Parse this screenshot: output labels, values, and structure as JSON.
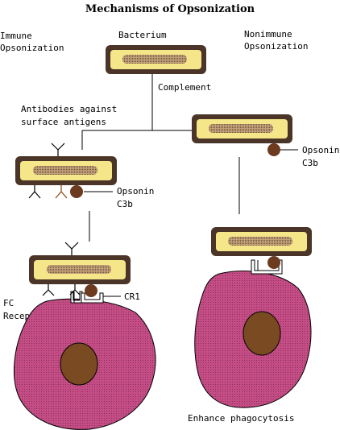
{
  "title": "Mechanisms of Opsonization",
  "labels": {
    "immune_line1": "Immune",
    "immune_line2": "Opsonization",
    "bacterium": "Bacterium",
    "nonimmune_line1": "Nonimmune",
    "nonimmune_line2": "Opsonization",
    "complement": "Complement",
    "antibodies_line1": "Antibodies against",
    "antibodies_line2": "surface antigens",
    "opsonin_left_line1": "Opsonin",
    "opsonin_left_line2": "C3b",
    "opsonin_right_line1": "Opsonin",
    "opsonin_right_line2": "C3b",
    "cr1": "CR1",
    "fc_line1": "FC",
    "fc_line2": "Receptor",
    "enhance": "Enhance phagocytosis"
  },
  "colors": {
    "bacterium_fill": "#f5e68a",
    "bacterium_border": "#4a3528",
    "bacterium_dna": "#a08060",
    "opsonin": "#6b3a1f",
    "cell": "#c54d86",
    "nucleus": "#7a4a22",
    "line": "#000000",
    "antibody_brown": "#8b4513"
  }
}
